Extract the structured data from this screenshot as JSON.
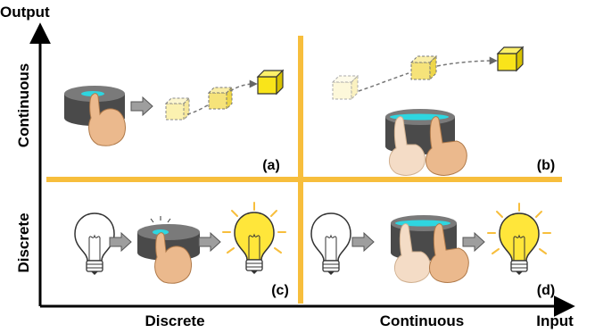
{
  "axes": {
    "y_title": "Output",
    "x_title": "Input",
    "y_levels": [
      "Continuous",
      "Discrete"
    ],
    "x_levels": [
      "Discrete",
      "Continuous"
    ]
  },
  "quadrants": {
    "a": {
      "label": "(a)",
      "input": "Discrete",
      "output": "Continuous"
    },
    "b": {
      "label": "(b)",
      "input": "Continuous",
      "output": "Continuous"
    },
    "c": {
      "label": "(c)",
      "input": "Discrete",
      "output": "Discrete"
    },
    "d": {
      "label": "(d)",
      "input": "Continuous",
      "output": "Discrete"
    }
  },
  "colors": {
    "divider": "#F7BE3C",
    "cube": "#F9E41A",
    "cube_faded": "#FBF1B0",
    "touch_strip": "#2ED6E0",
    "device": "#4A4A4A",
    "device_top": "#7A7A7A",
    "skin": "#EBB98D",
    "skin_faded": "#F4DCC6",
    "bulb_on": "#FFE63A",
    "ray": "#F7BE3C",
    "arrow": "#9E9E9E"
  },
  "icons": [
    "touch-device-icon",
    "finger-icon",
    "cube-icon",
    "light-bulb-icon",
    "right-arrow-icon"
  ]
}
